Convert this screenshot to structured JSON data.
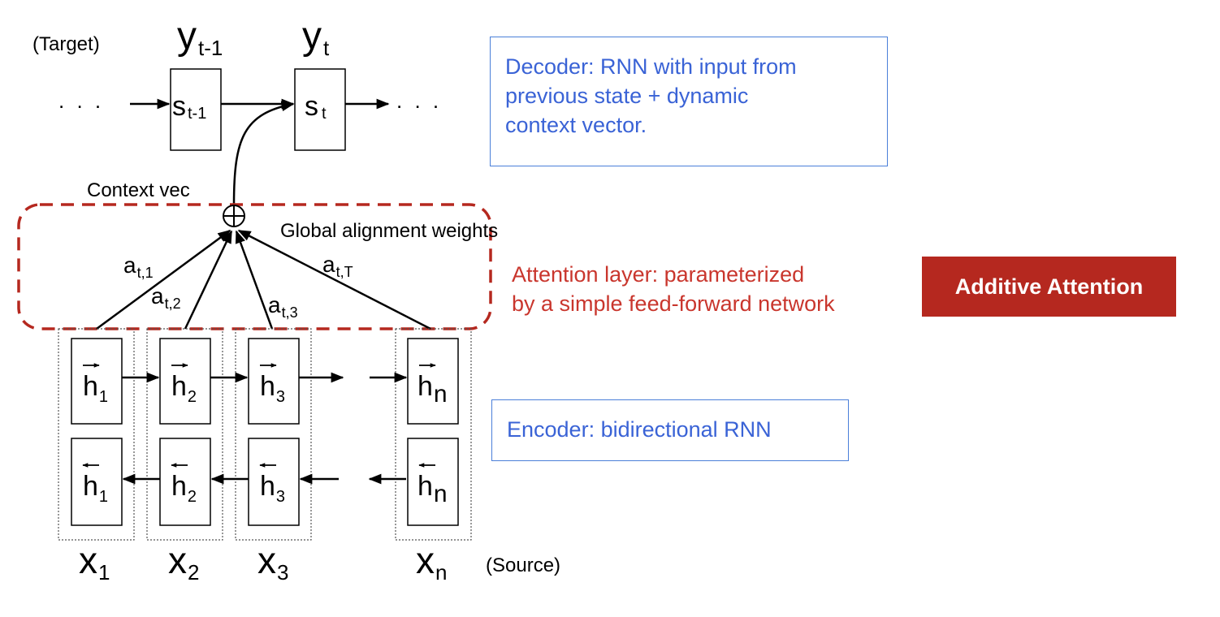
{
  "labels": {
    "target": "(Target)",
    "source": "(Source)",
    "context_vec": "Context vec",
    "global_alignment": "Global alignment weights",
    "y_prev_base": "y",
    "y_prev_sub": "t-1",
    "y_t_base": "y",
    "y_t_sub": "t",
    "s_prev_base": "s",
    "s_prev_sub": "t-1",
    "s_t_base": "s",
    "s_t_sub": "t",
    "dots_left": ". . .",
    "dots_right": ". . .",
    "a1_base": "a",
    "a1_sub": "t,1",
    "a2_base": "a",
    "a2_sub": "t,2",
    "a3_base": "a",
    "a3_sub": "t,3",
    "aT_base": "a",
    "aT_sub": "t,T"
  },
  "encoder": {
    "h_base": "h",
    "columns": [
      {
        "x_base": "x",
        "sub": "1"
      },
      {
        "x_base": "x",
        "sub": "2"
      },
      {
        "x_base": "x",
        "sub": "3"
      },
      {
        "x_base": "x",
        "sub": "n"
      }
    ]
  },
  "notes": {
    "decoder": [
      "Decoder: RNN with input from",
      "previous state + dynamic",
      "context vector."
    ],
    "encoder": "Encoder: bidirectional RNN",
    "attention": [
      "Attention layer: parameterized",
      "by a simple feed-forward network"
    ],
    "badge": "Additive Attention"
  },
  "colors": {
    "decoder_text": "#3a63d6",
    "attention_text": "#c9362d",
    "dashed_outline": "#b5281f",
    "badge_bg": "#b5281f"
  }
}
